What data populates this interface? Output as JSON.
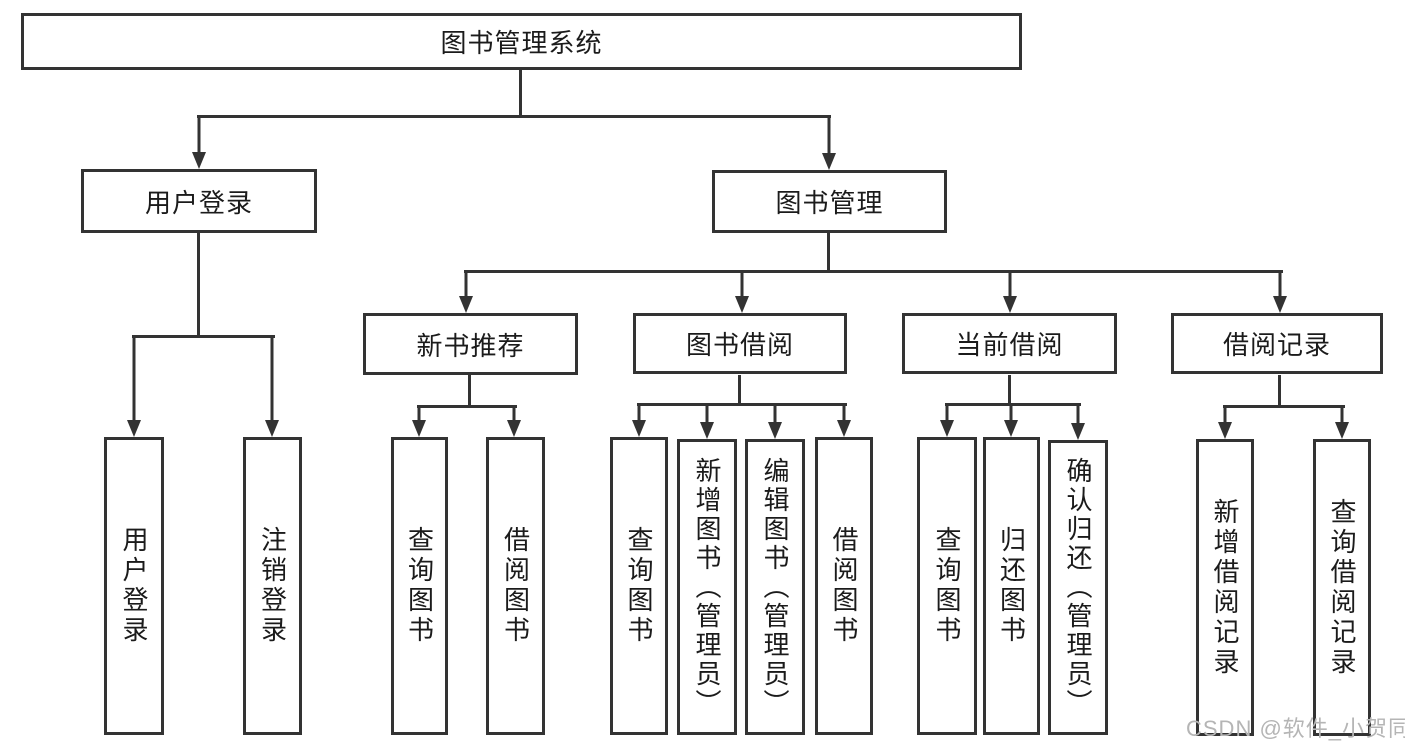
{
  "diagram": {
    "type": "hierarchy-diagram",
    "line_color": "#333333",
    "box_border_color": "#333333",
    "background_color": "#ffffff",
    "watermark": {
      "text": "CSDN @软件_小贺同学",
      "color": "#b5b5b5"
    }
  },
  "tree": {
    "root": {
      "label": "图书管理系统",
      "children": [
        {
          "label": "用户登录",
          "children": [
            {
              "label": "用户登录"
            },
            {
              "label": "注销登录"
            }
          ]
        },
        {
          "label": "图书管理",
          "children": [
            {
              "label": "新书推荐",
              "children": [
                {
                  "label": "查询图书"
                },
                {
                  "label": "借阅图书"
                }
              ]
            },
            {
              "label": "图书借阅",
              "children": [
                {
                  "label": "查询图书"
                },
                {
                  "label": "新增图书（管理员）"
                },
                {
                  "label": "编辑图书（管理员）"
                },
                {
                  "label": "借阅图书"
                }
              ]
            },
            {
              "label": "当前借阅",
              "children": [
                {
                  "label": "查询图书"
                },
                {
                  "label": "归还图书"
                },
                {
                  "label": "确认归还（管理员）"
                }
              ]
            },
            {
              "label": "借阅记录",
              "children": [
                {
                  "label": "新增借阅记录"
                },
                {
                  "label": "查询借阅记录"
                }
              ]
            }
          ]
        }
      ]
    }
  }
}
